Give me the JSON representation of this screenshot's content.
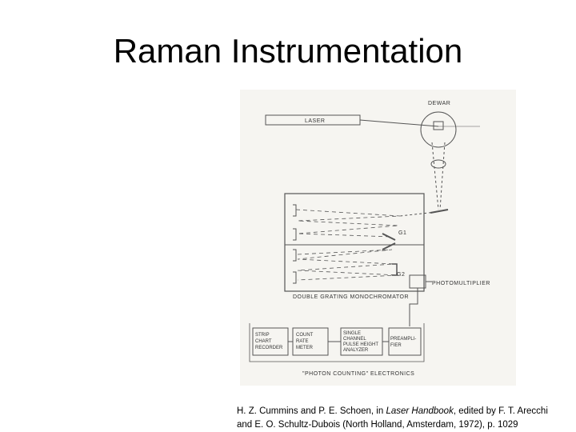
{
  "slide": {
    "title": "Raman Instrumentation"
  },
  "diagram": {
    "labels": {
      "laser": "LASER",
      "dewar": "DEWAR",
      "g1": "G1",
      "g2": "G2",
      "photomultiplier": "PHOTOMULTIPLIER",
      "monochromator": "DOUBLE GRATING MONOCHROMATOR",
      "strip_chart_1": "STRIP",
      "strip_chart_2": "CHART",
      "strip_chart_3": "RECORDER",
      "count_rate_1": "COUNT",
      "count_rate_2": "RATE",
      "count_rate_3": "METER",
      "analyzer_1": "SINGLE",
      "analyzer_2": "CHANNEL",
      "analyzer_3": "PULSE HEIGHT",
      "analyzer_4": "ANALYZER",
      "preamp_1": "PREAMPLI-",
      "preamp_2": "FIER",
      "electronics": "\"PHOTON COUNTING\" ELECTRONICS"
    }
  },
  "citation": {
    "part1": "H. Z. Cummins and P. E. Schoen, in ",
    "book": "Laser Handbook",
    "part2": ", edited by F. T. Arecchi",
    "line2": "and E. O. Schultz-Dubois (North Holland, Amsterdam, 1972), p. 1029"
  }
}
